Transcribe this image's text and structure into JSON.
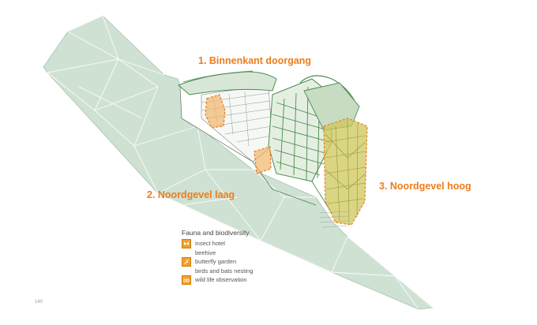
{
  "labels": {
    "binnenkant": "1. Binnenkant doorgang",
    "noordgevel_laag": "2. Noordgevel laag",
    "noordgevel_hoog": "3. Noordgevel hoog"
  },
  "legend": {
    "title": "Fauna and biodiversity",
    "items": [
      {
        "label": "insect hotel",
        "icon": "butterfly-icon"
      },
      {
        "label": "beehive",
        "icon": "beehive-icon"
      },
      {
        "label": "butterfly garden",
        "icon": "flower-stem-icon"
      },
      {
        "label": "birds and bats nesting",
        "icon": "bird-icon"
      },
      {
        "label": "wild life observation",
        "icon": "binoculars-icon"
      }
    ]
  },
  "page_number": "140",
  "colors": {
    "accent_orange": "#ee7d1a",
    "ground_green": "#cfe1d3",
    "plant_green": "#4a8d4e",
    "highlight_yellow": "#c9c34a"
  }
}
